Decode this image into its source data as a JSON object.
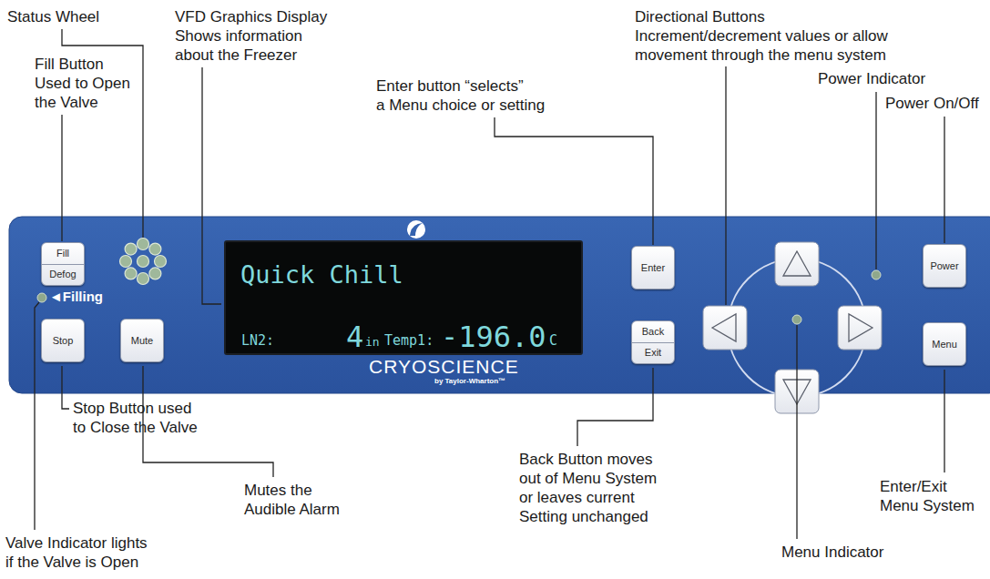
{
  "diagram": {
    "nodes": [
      {
        "text": [
          "◄Filling",
          "CRYOSCIENCE",
          "by Taylor-Wharton™"
        ]
      },
      {
        "text": [
          "Fill",
          "Defog"
        ],
        "in": 0
      },
      {
        "text": [
          "Quick Chill",
          "LN2:",
          "4",
          "in",
          "Temp1:",
          "-196.0",
          "C"
        ],
        "in": 0
      },
      {
        "text": [
          "Enter"
        ],
        "in": 0
      },
      {
        "text": [
          "Power"
        ],
        "in": 0
      },
      {
        "text": [
          "Stop"
        ],
        "in": 0
      },
      {
        "text": [
          "Mute"
        ],
        "in": 0
      },
      {
        "text": [
          "Back",
          "Exit"
        ],
        "in": 0
      },
      {
        "text": [
          "Menu"
        ],
        "in": 0
      }
    ],
    "labels": [
      "Status Wheel",
      "VFD Graphics Display Shows information about the Freezer",
      "Directional Buttons Increment/decrement values or allow movement through the menu system",
      "Fill Button Used to Open the Valve",
      "Enter button “selects” a Menu choice or setting",
      "Power Indicator",
      "Power On/Off",
      "Stop Button used to Close the Valve",
      "Valve Indicator lights if the Valve is Open",
      "Mutes the Audible Alarm",
      "Back Button moves out of Menu System or leaves current Setting unchanged",
      "Enter/Exit Menu System",
      "Menu Indicator"
    ]
  }
}
